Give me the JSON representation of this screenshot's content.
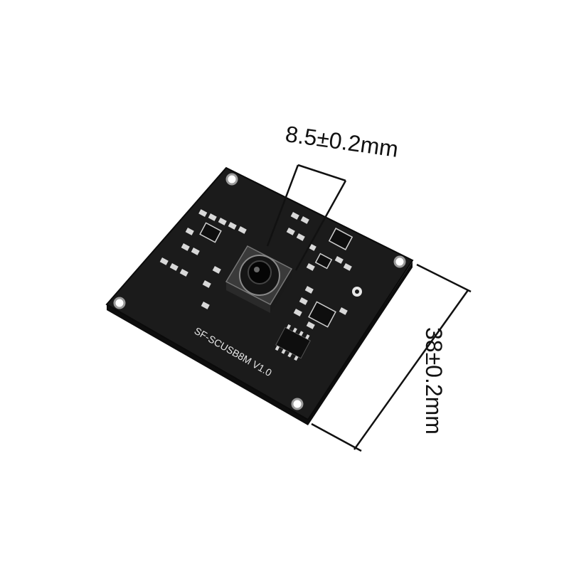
{
  "product": {
    "board_silkscreen": "SF-SCUSB8M V1.0"
  },
  "dimensions": {
    "lens_width": "8.5±0.2mm",
    "board_width": "38±0.2mm"
  },
  "colors": {
    "background": "#ffffff",
    "pcb": "#1b1b1b",
    "pcb_edge": "#0d0d0d",
    "pad": "#d8d8d8",
    "dimension_line": "#111111",
    "silkscreen": "#e6e6e6"
  }
}
